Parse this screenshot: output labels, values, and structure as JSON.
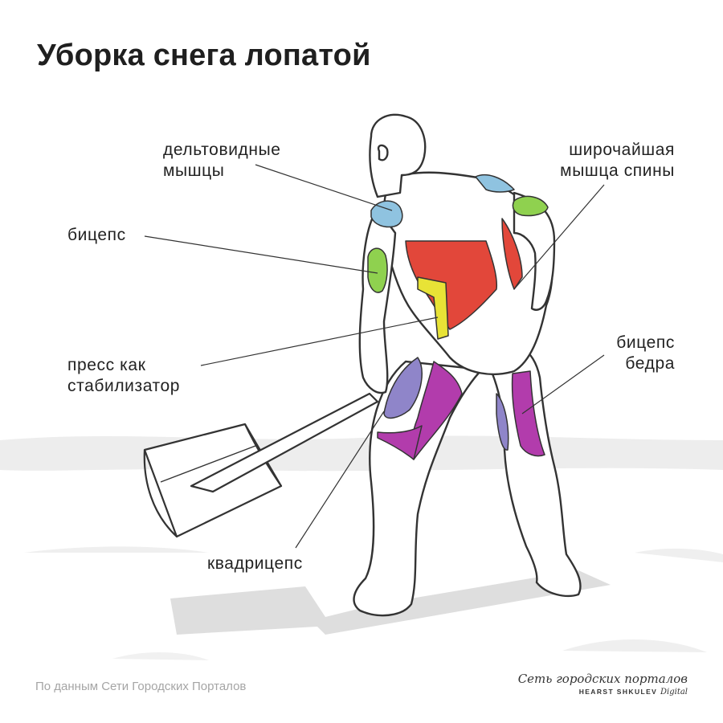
{
  "title": "Уборка снега лопатой",
  "labels": {
    "deltoids": "дельтовидные\nмышцы",
    "latissimus": "широчайшая\nмышца спины",
    "biceps": "бицепс",
    "abs": "пресс как\nстабилизатор",
    "hamstring": "бицепс\nбедра",
    "quadriceps": "квадрицепс"
  },
  "source": "По данным Сети Городских Порталов",
  "brand": {
    "main": "Сеть городских порталов",
    "sub": "HEARST SHKULEV",
    "sub_italic": "Digital"
  },
  "colors": {
    "deltoids": "#8fc3e0",
    "biceps": "#8fd14f",
    "latissimus": "#e2473a",
    "abs": "#e8e336",
    "legs": "#b23cac",
    "quad_side": "#8f85c9",
    "ground": "#ececec",
    "shadow": "#dcdcdc"
  }
}
